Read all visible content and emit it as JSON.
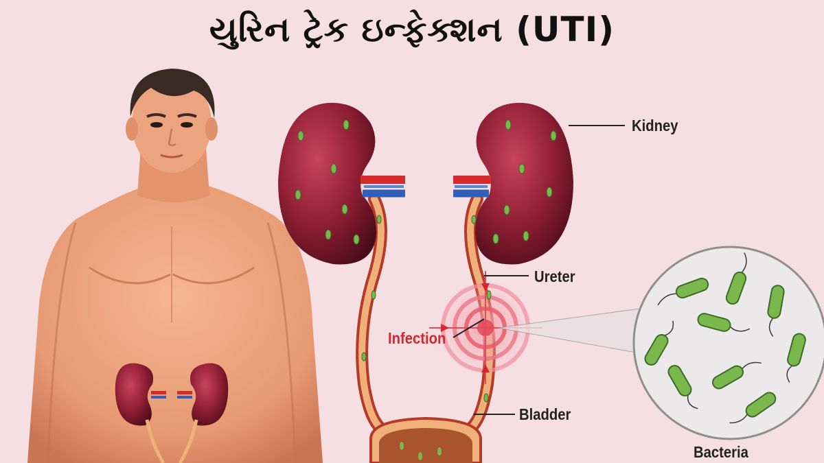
{
  "title": "યુરિન ટ્રેક ઇન્ફેક્શન (UTI)",
  "labels": {
    "kidney": "Kidney",
    "ureter": "Ureter",
    "infection": "Infection",
    "bladder": "Bladder",
    "bacteria": "Bacteria"
  },
  "colors": {
    "background": "#f6dfe3",
    "kidney": "#8e1e34",
    "skin": "#eaa07c",
    "infection": "#d8262f",
    "bacteria": "#6fae4a",
    "artery": "#d52b2b",
    "vein": "#2f5fb8"
  },
  "icons": [
    "kidney-icon",
    "bladder-icon",
    "bacteria-icon",
    "infection-target-icon",
    "human-figure-icon"
  ]
}
